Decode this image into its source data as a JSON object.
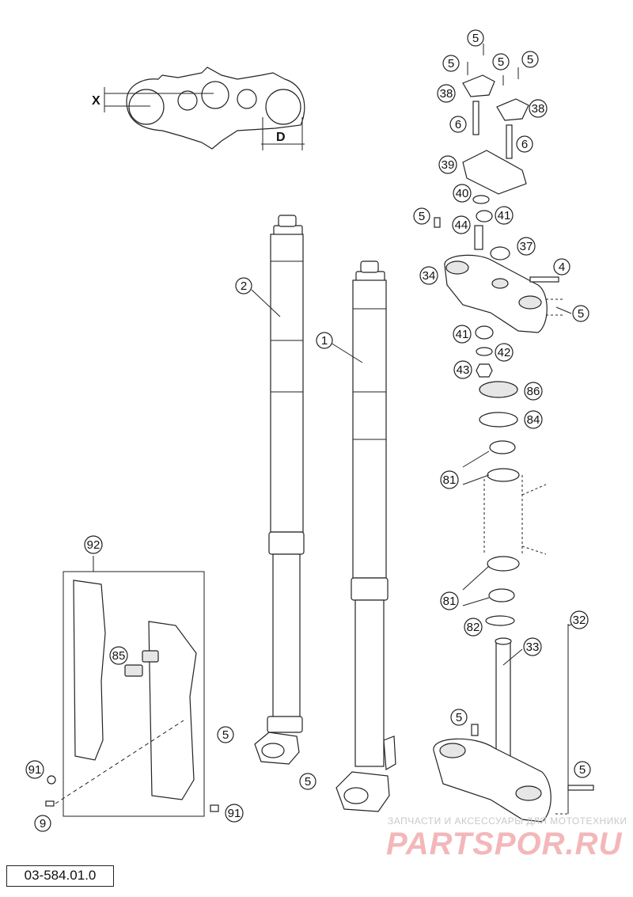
{
  "diagram": {
    "code": "03-584.01.0",
    "dimension_labels": {
      "x": "X",
      "d": "D"
    },
    "callouts": [
      {
        "id": "c5a",
        "label": "5"
      },
      {
        "id": "c5b",
        "label": "5"
      },
      {
        "id": "c5c",
        "label": "5"
      },
      {
        "id": "c5d",
        "label": "5"
      },
      {
        "id": "c38a",
        "label": "38"
      },
      {
        "id": "c38b",
        "label": "38"
      },
      {
        "id": "c6a",
        "label": "6"
      },
      {
        "id": "c6b",
        "label": "6"
      },
      {
        "id": "c39",
        "label": "39"
      },
      {
        "id": "c40",
        "label": "40"
      },
      {
        "id": "c41a",
        "label": "41"
      },
      {
        "id": "c5e",
        "label": "5"
      },
      {
        "id": "c44",
        "label": "44"
      },
      {
        "id": "c37",
        "label": "37"
      },
      {
        "id": "c34",
        "label": "34"
      },
      {
        "id": "c4",
        "label": "4"
      },
      {
        "id": "c5f",
        "label": "5"
      },
      {
        "id": "c41b",
        "label": "41"
      },
      {
        "id": "c42",
        "label": "42"
      },
      {
        "id": "c43",
        "label": "43"
      },
      {
        "id": "c86",
        "label": "86"
      },
      {
        "id": "c84",
        "label": "84"
      },
      {
        "id": "c81a",
        "label": "81"
      },
      {
        "id": "c81b",
        "label": "81"
      },
      {
        "id": "c82",
        "label": "82"
      },
      {
        "id": "c32",
        "label": "32"
      },
      {
        "id": "c33",
        "label": "33"
      },
      {
        "id": "c5g",
        "label": "5"
      },
      {
        "id": "c5h",
        "label": "5"
      },
      {
        "id": "c2",
        "label": "2"
      },
      {
        "id": "c1",
        "label": "1"
      },
      {
        "id": "c92",
        "label": "92"
      },
      {
        "id": "c85",
        "label": "85"
      },
      {
        "id": "c5i",
        "label": "5"
      },
      {
        "id": "c5j",
        "label": "5"
      },
      {
        "id": "c91a",
        "label": "91"
      },
      {
        "id": "c9",
        "label": "9"
      },
      {
        "id": "c91b",
        "label": "91"
      }
    ]
  },
  "watermark": {
    "tagline": "ЗАПЧАСТИ И АКСЕССУАРЫ ДЛЯ МОТОТЕХНИКИ",
    "logo": "PARTSPOR.RU"
  }
}
